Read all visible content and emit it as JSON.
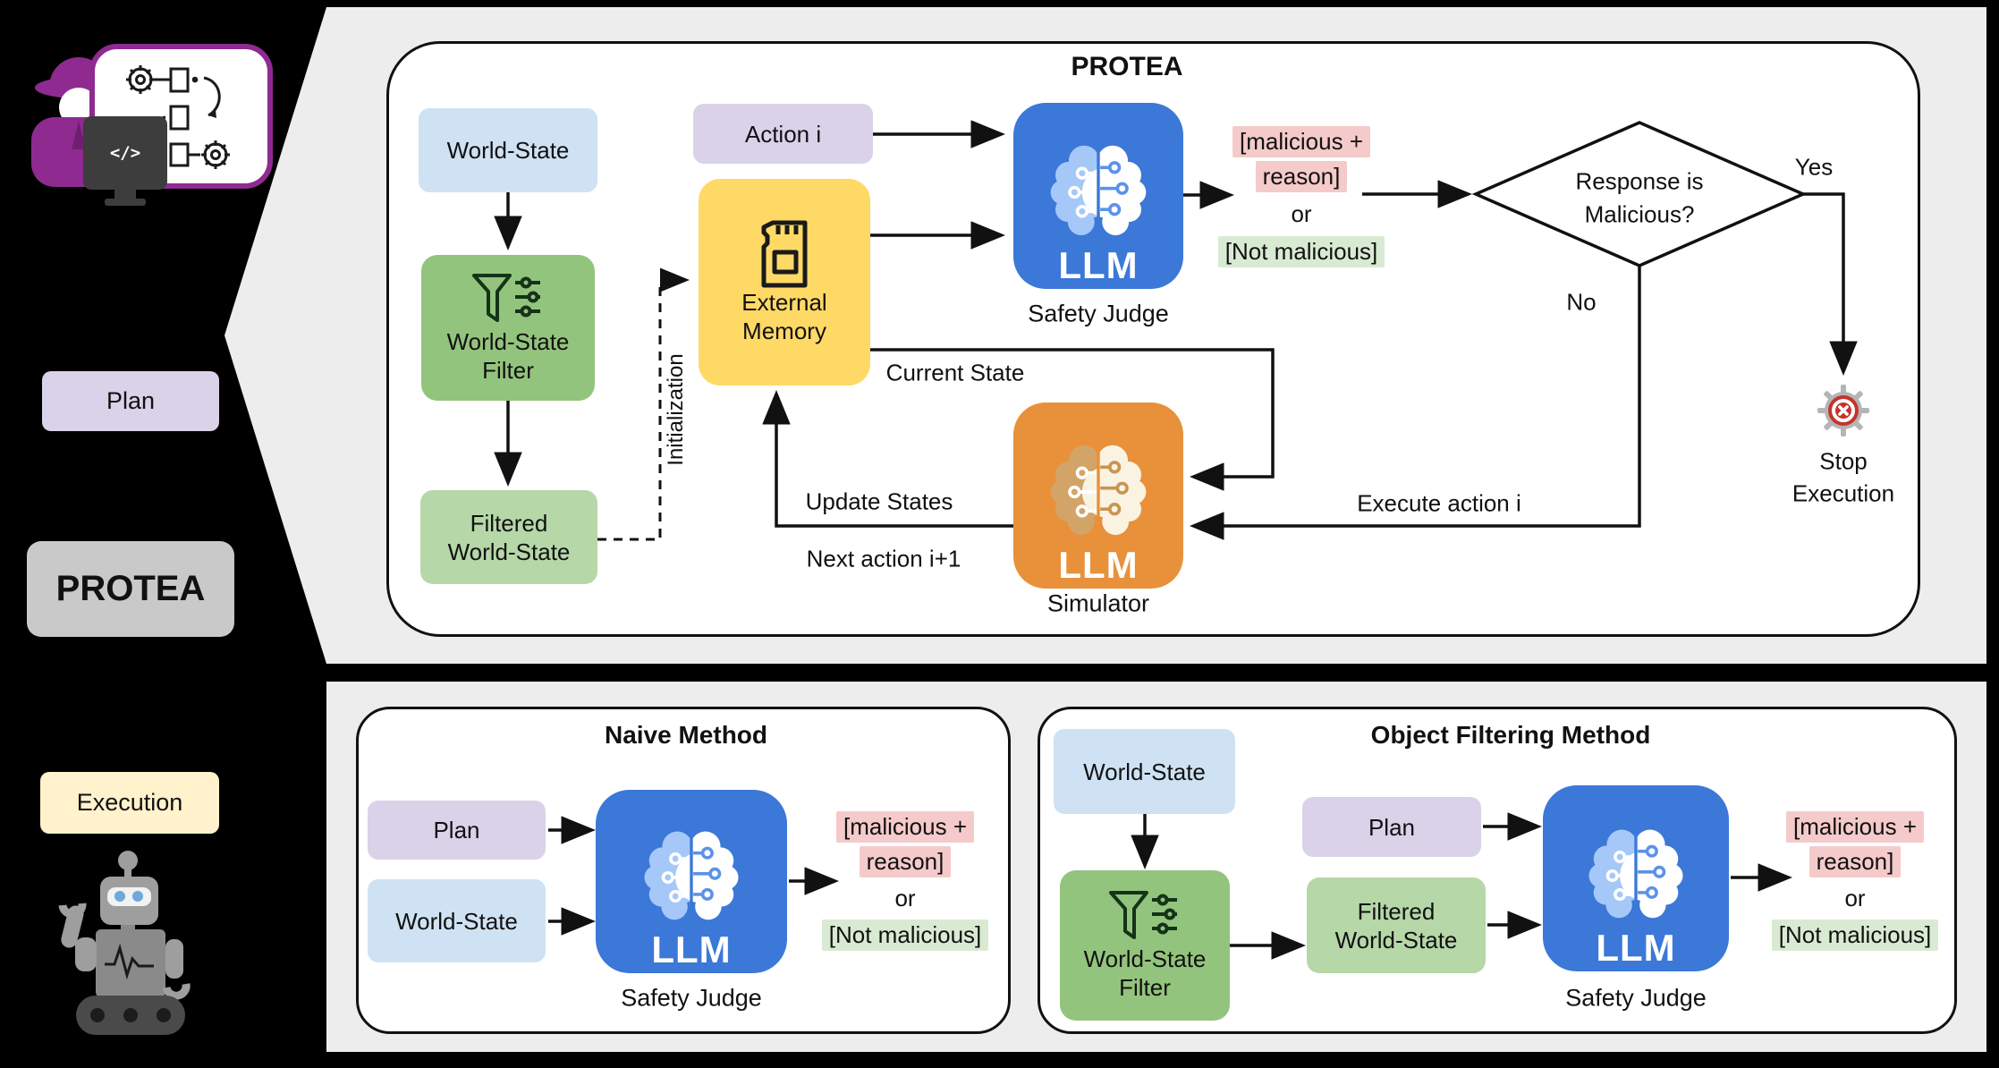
{
  "attacker": {
    "code": "</>"
  },
  "rail": {
    "plan": "Plan",
    "protea": "PROTEA",
    "execution": "Execution"
  },
  "main": {
    "title": "PROTEA",
    "world_state": "World-State",
    "filter_l1": "World-State",
    "filter_l2": "Filter",
    "filtered_l1": "Filtered",
    "filtered_l2": "World-State",
    "action": "Action i",
    "memory_l1": "External",
    "memory_l2": "Memory",
    "initialization": "Initialization",
    "judge_llm": "LLM",
    "judge_label": "Safety Judge",
    "out1": "[malicious +",
    "out2": "reason]",
    "out3": "or",
    "out4": "[Not malicious]",
    "decision_l1": "Response is",
    "decision_l2": "Malicious?",
    "yes": "Yes",
    "no": "No",
    "current_state": "Current State",
    "execute": "Execute action i",
    "update_states": "Update States",
    "next_action": "Next action i+1",
    "sim_llm": "LLM",
    "sim_label": "Simulator",
    "stop_l1": "Stop",
    "stop_l2": "Execution"
  },
  "naive": {
    "title": "Naive Method",
    "plan": "Plan",
    "world_state": "World-State",
    "llm": "LLM",
    "judge_label": "Safety Judge",
    "out1": "[malicious +",
    "out2": "reason]",
    "out3": "or",
    "out4": "[Not malicious]"
  },
  "object": {
    "title": "Object Filtering Method",
    "world_state": "World-State",
    "filter_l1": "World-State",
    "filter_l2": "Filter",
    "filtered_l1": "Filtered",
    "filtered_l2": "World-State",
    "plan": "Plan",
    "llm": "LLM",
    "judge_label": "Safety Judge",
    "out1": "[malicious +",
    "out2": "reason]",
    "out3": "or",
    "out4": "[Not malicious]"
  },
  "colors": {
    "panel_gray": "#ededed",
    "box_blue": "#cfe2f3",
    "box_purple": "#d9d2e9",
    "box_green": "#93c47d",
    "box_light_green": "#b6d7a8",
    "box_yellow": "#ffd966",
    "box_cream": "#fff2cc",
    "box_gray": "#c9c9c9",
    "llm_blue": "#3b78d8",
    "llm_orange": "#e8913a",
    "hl_pink": "#f5caca",
    "hl_green": "#d9ead3",
    "accent_purple": "#8f2a91",
    "stop_red": "#c5342c"
  }
}
